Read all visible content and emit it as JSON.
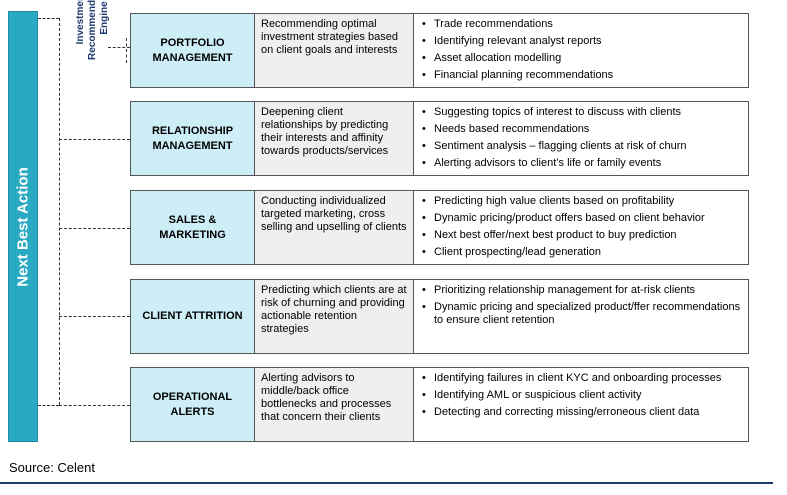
{
  "sidebar": {
    "label": "Next Best Action"
  },
  "engine_label": {
    "lines": [
      "Investment",
      "Recommendation",
      "Engine"
    ]
  },
  "rows": [
    {
      "category": [
        "PORTFOLIO",
        "MANAGEMENT"
      ],
      "description": "Recommending optimal investment strategies based on client goals and interests",
      "bullets": [
        "Trade recommendations",
        "Identifying relevant analyst reports",
        "Asset allocation modelling",
        "Financial planning recommendations"
      ]
    },
    {
      "category": [
        "RELATIONSHIP",
        "MANAGEMENT"
      ],
      "description": "Deepening client relationships by predicting their interests and affinity towards products/services",
      "bullets": [
        "Suggesting topics of interest to discuss with clients",
        "Needs based recommendations",
        "Sentiment analysis – flagging clients at risk of churn",
        "Alerting advisors to client’s life or family events"
      ]
    },
    {
      "category": [
        "SALES &",
        "MARKETING"
      ],
      "description": "Conducting individualized targeted marketing, cross selling and upselling of clients",
      "bullets": [
        "Predicting high value clients based on profitability",
        "Dynamic pricing/product offers based on client behavior",
        "Next best offer/next best product to buy prediction",
        "Client prospecting/lead generation"
      ]
    },
    {
      "category": [
        "CLIENT ATTRITION"
      ],
      "description": "Predicting which clients are at risk of churning and providing actionable retention strategies",
      "bullets": [
        "Prioritizing relationship management for at-risk clients",
        "Dynamic pricing and specialized product/ffer recommendations to ensure client retention"
      ]
    },
    {
      "category": [
        "OPERATIONAL",
        "ALERTS"
      ],
      "description": "Alerting advisors to middle/back office bottlenecks and processes that concern their clients",
      "bullets": [
        "Identifying failures in client KYC and onboarding processes",
        "Identifying AML or suspicious client activity",
        "Detecting and correcting missing/erroneous client data"
      ]
    }
  ],
  "source": "Source: Celent"
}
